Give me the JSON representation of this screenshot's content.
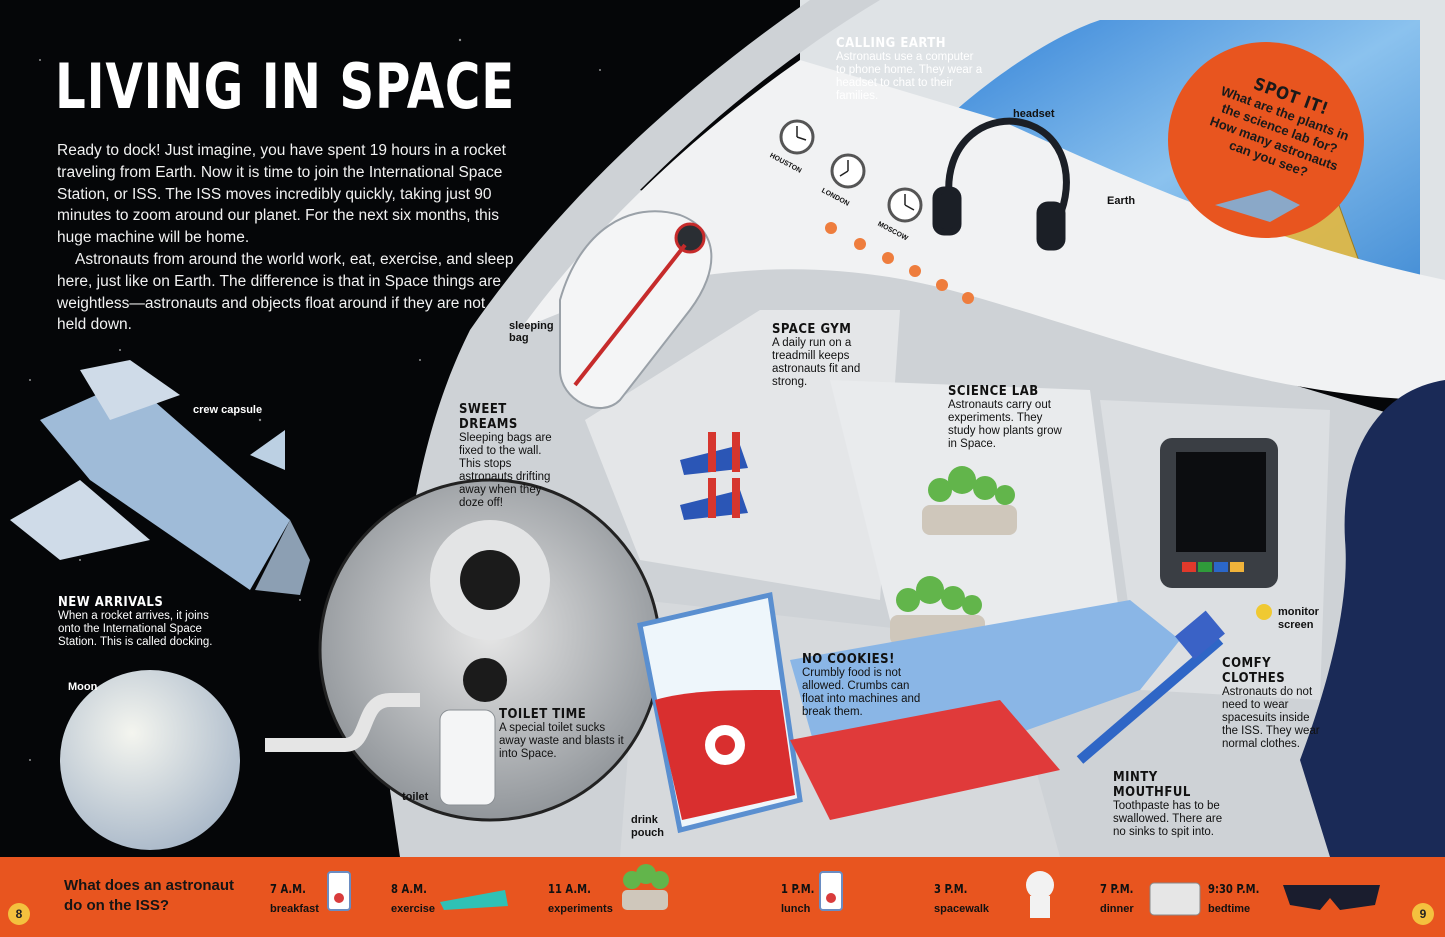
{
  "page": {
    "title": "LIVING IN SPACE",
    "intro": [
      "Ready to dock! Just imagine, you have spent 19 hours in a rocket traveling from Earth. Now it is time to join the International Space Station, or ISS. The ISS moves incredibly quickly, taking just 90 minutes to zoom around our planet. For the next six months, this huge machine will be home.",
      "Astronauts from around the world work, eat, exercise, and sleep here, just like on Earth. The difference is that in Space things are weightless—astronauts and objects float around if they are not held down."
    ]
  },
  "sections": {
    "calling_earth": {
      "heading": "CALLING EARTH",
      "text": "Astronauts use a computer to phone home. They wear a headset to chat to their families."
    },
    "space_gym": {
      "heading": "SPACE GYM",
      "text": "A daily run on a treadmill keeps astronauts fit and strong."
    },
    "sweet_dreams": {
      "heading": "SWEET DREAMS",
      "text": "Sleeping bags are fixed to the wall. This stops astronauts drifting away when they doze off!"
    },
    "science_lab": {
      "heading": "SCIENCE LAB",
      "text": "Astronauts carry out experiments. They study how plants grow in Space."
    },
    "new_arrivals": {
      "heading": "NEW ARRIVALS",
      "text": "When a rocket arrives, it joins onto the International Space Station. This is called docking."
    },
    "toilet_time": {
      "heading": "TOILET TIME",
      "text": "A special toilet sucks away waste and blasts it into Space."
    },
    "no_cookies": {
      "heading": "NO COOKIES!",
      "text": "Crumbly food is not allowed. Crumbs can float into machines and break them."
    },
    "comfy_clothes": {
      "heading": "COMFY CLOTHES",
      "text": "Astronauts do not need to wear spacesuits inside the ISS. They wear normal clothes."
    },
    "minty_mouthful": {
      "heading": "MINTY MOUTHFUL",
      "text": "Toothpaste has to be swallowed. There are no sinks to spit into."
    }
  },
  "labels": {
    "headset": "headset",
    "earth": "Earth",
    "sleeping_bag": "sleeping bag",
    "crew_capsule": "crew capsule",
    "moon": "Moon",
    "toilet": "toilet",
    "drink_pouch": "drink pouch",
    "monitor_screen": "monitor screen",
    "clocks": [
      "HOUSTON",
      "LONDON",
      "MOSCOW"
    ]
  },
  "spot_it": {
    "heading": "SPOT IT!",
    "text": "What are the plants in the science lab for? How many astronauts can you see?"
  },
  "schedule": {
    "question": "What does an astronaut do on the ISS?",
    "items": [
      {
        "time": "7 A.M.",
        "activity": "breakfast"
      },
      {
        "time": "8 A.M.",
        "activity": "exercise"
      },
      {
        "time": "11 A.M.",
        "activity": "experiments"
      },
      {
        "time": "1 P.M.",
        "activity": "lunch"
      },
      {
        "time": "3 P.M.",
        "activity": "spacewalk"
      },
      {
        "time": "7 P.M.",
        "activity": "dinner"
      },
      {
        "time": "9:30 P.M.",
        "activity": "bedtime"
      }
    ]
  },
  "page_numbers": {
    "left": "8",
    "right": "9"
  },
  "colors": {
    "accent_orange": "#e8551f",
    "page_number_yellow": "#f4c13e",
    "background": "#050608",
    "station_grey": "#d9dcdf",
    "earth_blue": "#3f8fd8"
  }
}
